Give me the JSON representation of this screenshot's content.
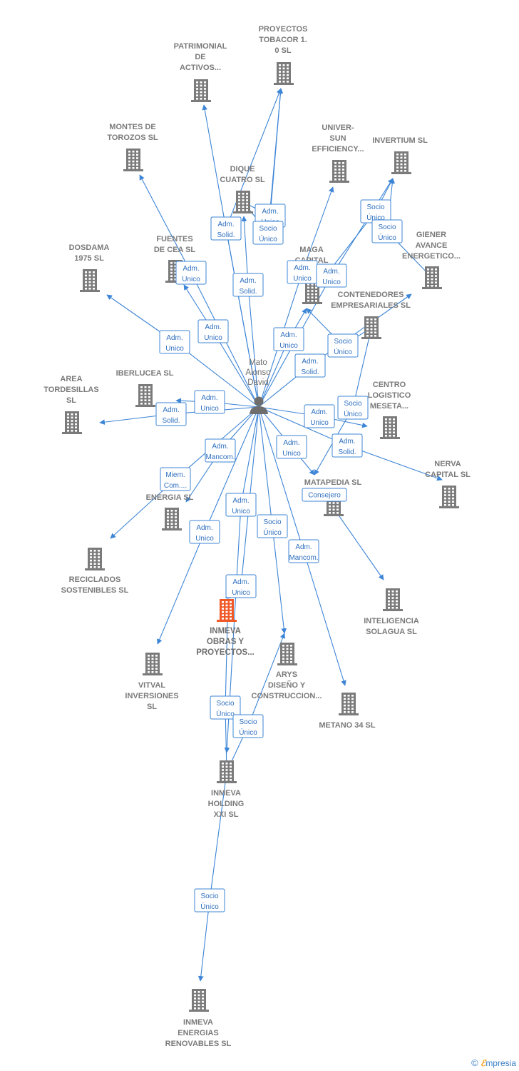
{
  "colors": {
    "edge": "#3d85d6",
    "building": "#7b7b7b",
    "building_highlight": "#f05a28",
    "label": "#7a7a7a"
  },
  "person": {
    "id": "person",
    "lines": [
      "Mato",
      "Alonso",
      "David"
    ]
  },
  "nodes": [
    {
      "id": "proyectos-tobacor",
      "lines": [
        "PROYECTOS",
        "TOBACOR 1.",
        "0  SL"
      ]
    },
    {
      "id": "patrimonial",
      "lines": [
        "PATRIMONIAL",
        "DE",
        "ACTIVOS..."
      ]
    },
    {
      "id": "montes-de-torozos",
      "lines": [
        "MONTES DE",
        "TOROZOS SL"
      ]
    },
    {
      "id": "univer-sun",
      "lines": [
        "UNIVER-",
        "SUN",
        "EFFICIENCY..."
      ]
    },
    {
      "id": "invertium",
      "lines": [
        "INVERTIUM  SL"
      ]
    },
    {
      "id": "dique-cuatro",
      "lines": [
        "DIQUE",
        "CUATRO  SL"
      ]
    },
    {
      "id": "giener",
      "lines": [
        "GIENER",
        "AVANCE",
        "ENERGETICO..."
      ]
    },
    {
      "id": "dosdama",
      "lines": [
        "DOSDAMA",
        "1975  SL"
      ]
    },
    {
      "id": "fuentes-de-cea",
      "lines": [
        "FUENTES",
        "DE CEA  SL"
      ]
    },
    {
      "id": "maga-capital",
      "lines": [
        "MAGA",
        "CAPITAL",
        "P"
      ]
    },
    {
      "id": "contenedores",
      "lines": [
        "CONTENEDORES",
        "EMPRESARIALES SL"
      ]
    },
    {
      "id": "area-tordesillas",
      "lines": [
        "AREA",
        "TORDESILLAS",
        "SL"
      ]
    },
    {
      "id": "iberlucea",
      "lines": [
        "IBERLUCEA  SL"
      ]
    },
    {
      "id": "centro-logistico",
      "lines": [
        "CENTRO",
        "LOGISTICO",
        "MESETA..."
      ]
    },
    {
      "id": "nerva-capital",
      "lines": [
        "NERVA",
        "CAPITAL  SL"
      ]
    },
    {
      "id": "matapedia",
      "lines": [
        "MATAPEDIA  SL"
      ]
    },
    {
      "id": "a-energia",
      "lines": [
        "A",
        "ENERGIA SL"
      ]
    },
    {
      "id": "reciclados",
      "lines": [
        "RECICLADOS",
        "SOSTENIBLES SL"
      ]
    },
    {
      "id": "inteligencia-solagua",
      "lines": [
        "INTELIGENCIA",
        "SOLAGUA  SL"
      ]
    },
    {
      "id": "inmeva-obras",
      "lines": [
        "INMEVA",
        "OBRAS Y",
        "PROYECTOS..."
      ],
      "highlight": true
    },
    {
      "id": "arys",
      "lines": [
        "ARYS",
        "DISEÑO Y",
        "CONSTRUCCION..."
      ]
    },
    {
      "id": "vitval",
      "lines": [
        "VITVAL",
        "INVERSIONES",
        "SL"
      ]
    },
    {
      "id": "metano-34",
      "lines": [
        "METANO 34 SL"
      ]
    },
    {
      "id": "inmeva-holding",
      "lines": [
        "INMEVA",
        "HOLDING",
        "XXI SL"
      ]
    },
    {
      "id": "inmeva-energias",
      "lines": [
        "INMEVA",
        "ENERGIAS",
        "RENOVABLES SL"
      ]
    }
  ],
  "relations": [
    {
      "from": "person",
      "to": "proyectos-tobacor",
      "lines": [
        "Adm.",
        "Solid."
      ]
    },
    {
      "from": "person",
      "to": "patrimonial",
      "lines": [
        "Adm.",
        "Solid."
      ]
    },
    {
      "from": "person",
      "to": "montes-de-torozos",
      "lines": [
        "Adm.",
        "Unico"
      ]
    },
    {
      "from": "person",
      "to": "dique-cuatro",
      "lines": [
        "Adm.",
        "Solid."
      ]
    },
    {
      "from": "person",
      "to": "univer-sun",
      "lines": [
        "Adm.",
        "Unico"
      ]
    },
    {
      "from": "person",
      "to": "invertium",
      "lines": [
        "Adm.",
        "Unico"
      ]
    },
    {
      "from": "person",
      "to": "dosdama",
      "lines": [
        "Adm.",
        "Unico"
      ]
    },
    {
      "from": "person",
      "to": "fuentes-de-cea",
      "lines": [
        "Adm.",
        "Unico"
      ]
    },
    {
      "from": "person",
      "to": "maga-capital",
      "lines": [
        "Adm.",
        "Unico"
      ]
    },
    {
      "from": "person",
      "to": "contenedores",
      "lines": [
        "Adm.",
        "Solid."
      ]
    },
    {
      "from": "person",
      "to": "area-tordesillas",
      "lines": [
        "Adm.",
        "Solid."
      ]
    },
    {
      "from": "person",
      "to": "iberlucea",
      "lines": [
        "Adm.",
        "Unico"
      ]
    },
    {
      "from": "person",
      "to": "centro-logistico",
      "lines": [
        "Adm.",
        "Unico"
      ]
    },
    {
      "from": "person",
      "to": "nerva-capital",
      "lines": [
        "Adm.",
        "Solid."
      ]
    },
    {
      "from": "person",
      "to": "matapedia",
      "lines": [
        "Adm.",
        "Unico"
      ]
    },
    {
      "from": "person",
      "to": "a-energia",
      "lines": [
        "Adm.",
        "Mancom."
      ]
    },
    {
      "from": "person",
      "to": "reciclados",
      "lines": [
        "Miem.",
        "Com...."
      ]
    },
    {
      "from": "person",
      "to": "vitval",
      "lines": [
        "Adm.",
        "Unico"
      ]
    },
    {
      "from": "person",
      "to": "inmeva-obras",
      "lines": [
        "Adm.",
        "Unico"
      ]
    },
    {
      "from": "person",
      "to": "arys",
      "lines": [
        "Socio",
        "Único"
      ]
    },
    {
      "from": "person",
      "to": "metano-34",
      "lines": [
        "Adm.",
        "Mancom."
      ]
    },
    {
      "from": "person",
      "to": "inmeva-holding",
      "lines": [
        "Adm.",
        "Unico"
      ]
    },
    {
      "from": "dique-cuatro",
      "to": "proyectos-tobacor",
      "lines": [
        "Adm.",
        "Unico"
      ]
    },
    {
      "from": "dique-cuatro",
      "to": "proyectos-tobacor",
      "lines": [
        "Socio",
        "Único"
      ]
    },
    {
      "from": "maga-capital",
      "to": "invertium",
      "lines": [
        "Socio",
        "Único"
      ]
    },
    {
      "from": "giener",
      "to": "invertium",
      "lines": [
        "Socio",
        "Único"
      ]
    },
    {
      "from": "contenedores",
      "to": "maga-capital",
      "lines": [
        "Socio",
        "Único"
      ]
    },
    {
      "from": "contenedores",
      "to": "matapedia",
      "lines": [
        "Socio",
        "Único"
      ]
    },
    {
      "from": "matapedia",
      "to": "inteligencia-solagua",
      "lines": [
        "Consejero"
      ]
    },
    {
      "from": "inmeva-holding",
      "to": "inmeva-obras",
      "lines": [
        "Socio",
        "Único"
      ]
    },
    {
      "from": "inmeva-holding",
      "to": "arys",
      "lines": [
        "Socio",
        "Único"
      ]
    },
    {
      "from": "inmeva-holding",
      "to": "inmeva-energias",
      "lines": [
        "Socio",
        "Único"
      ]
    }
  ],
  "copyright": {
    "symbol": "©",
    "brand_initial": "ℰ",
    "brand_rest": "mpresia"
  }
}
